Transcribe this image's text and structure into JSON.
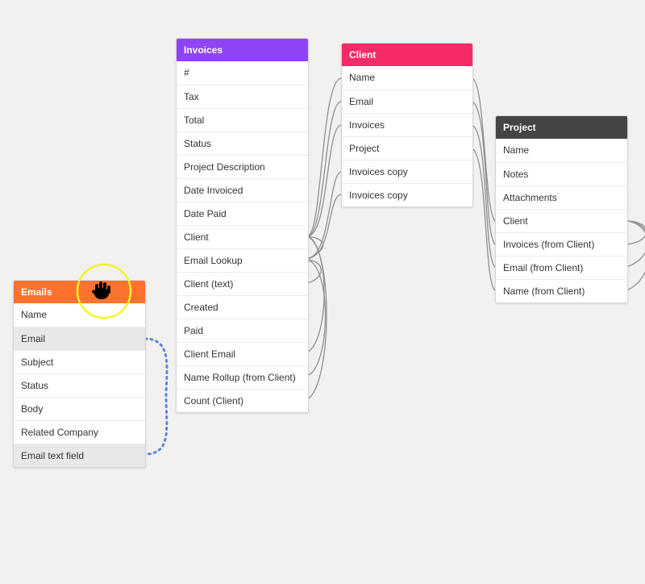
{
  "tables": {
    "invoices": {
      "title": "Invoices",
      "color": "#8f44f6",
      "fields": [
        "#",
        "Tax",
        "Total",
        "Status",
        "Project Description",
        "Date Invoiced",
        "Date Paid",
        "Client",
        "Email Lookup",
        "Client (text)",
        "Created",
        "Paid",
        "Client Email",
        "Name Rollup (from Client)",
        "Count (Client)"
      ]
    },
    "client": {
      "title": "Client",
      "color": "#f52a66",
      "fields": [
        "Name",
        "Email",
        "Invoices",
        "Project",
        "Invoices copy",
        "Invoices copy"
      ]
    },
    "project": {
      "title": "Project",
      "color": "#444444",
      "fields": [
        "Name",
        "Notes",
        "Attachments",
        "Client",
        "Invoices (from Client)",
        "Email (from Client)",
        "Name (from Client)"
      ]
    },
    "emails": {
      "title": "Emails",
      "color": "#fe7230",
      "fields": [
        "Name",
        "Email",
        "Subject",
        "Status",
        "Body",
        "Related Company",
        "Email text field"
      ],
      "selected_fields": [
        "Email",
        "Email text field"
      ]
    }
  },
  "link_color": "#8f8f8f",
  "dotted_link_color": "#5b86dd",
  "cursor": {
    "icon": "grab-hand-icon",
    "highlight_color": "#f4f22a"
  }
}
